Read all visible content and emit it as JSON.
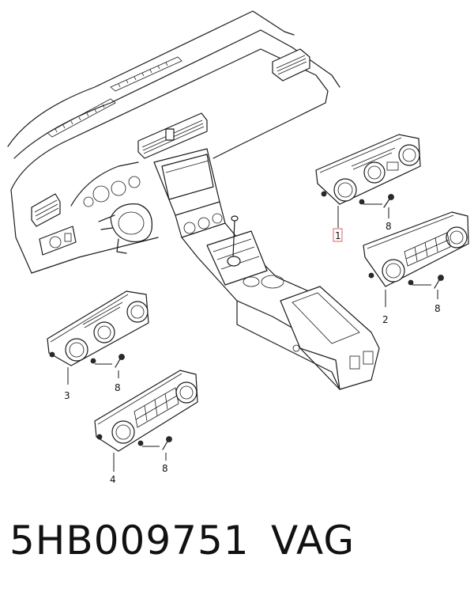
{
  "diagram": {
    "callouts": [
      {
        "id": "1",
        "label": "1",
        "highlighted": true
      },
      {
        "id": "2",
        "label": "2"
      },
      {
        "id": "3",
        "label": "3"
      },
      {
        "id": "4",
        "label": "4"
      },
      {
        "id": "8a",
        "label": "8"
      },
      {
        "id": "8b",
        "label": "8"
      },
      {
        "id": "8c",
        "label": "8"
      },
      {
        "id": "8d",
        "label": "8"
      }
    ],
    "highlight_color": "#e06060"
  },
  "caption": {
    "part_number": "5HB009751",
    "brand": "VAG"
  }
}
